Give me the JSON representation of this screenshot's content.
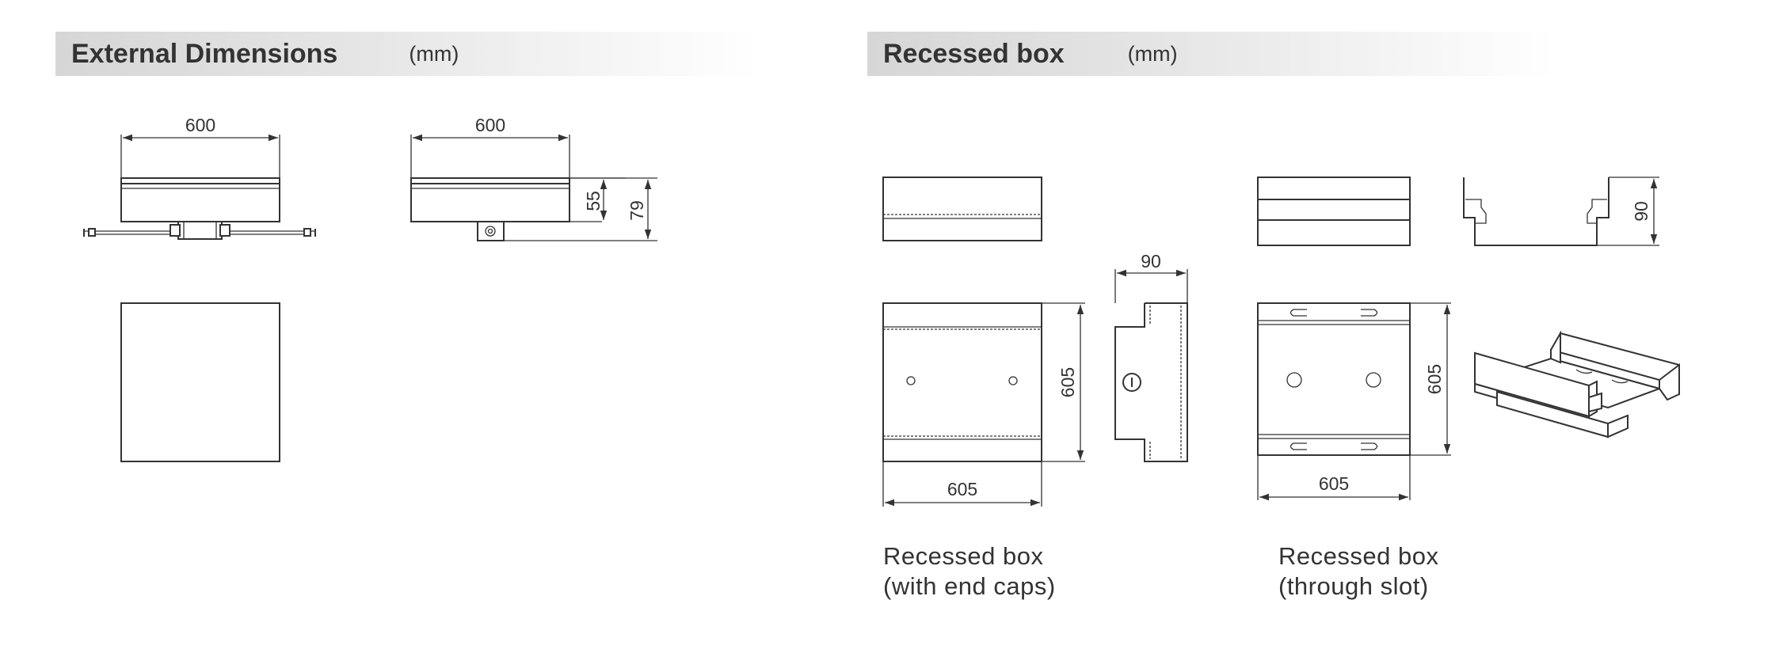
{
  "external": {
    "title": "External Dimensions",
    "unit": "(mm)",
    "front_width": "600",
    "side_width": "600",
    "side_height_inner": "55",
    "side_height_total": "79"
  },
  "recessed": {
    "title": "Recessed box",
    "unit": "(mm)",
    "endcaps_depth": "90",
    "endcaps_height": "605",
    "endcaps_width": "605",
    "slot_height": "605",
    "slot_width": "605",
    "slot_profile_depth": "90",
    "caption_endcaps_line1": "Recessed box",
    "caption_endcaps_line2": "(with end caps)",
    "caption_slot_line1": "Recessed box",
    "caption_slot_line2": "(through slot)"
  },
  "colors": {
    "header_gradient_start": "#d6d6d6",
    "header_gradient_end": "#ffffff",
    "line": "#333333"
  }
}
